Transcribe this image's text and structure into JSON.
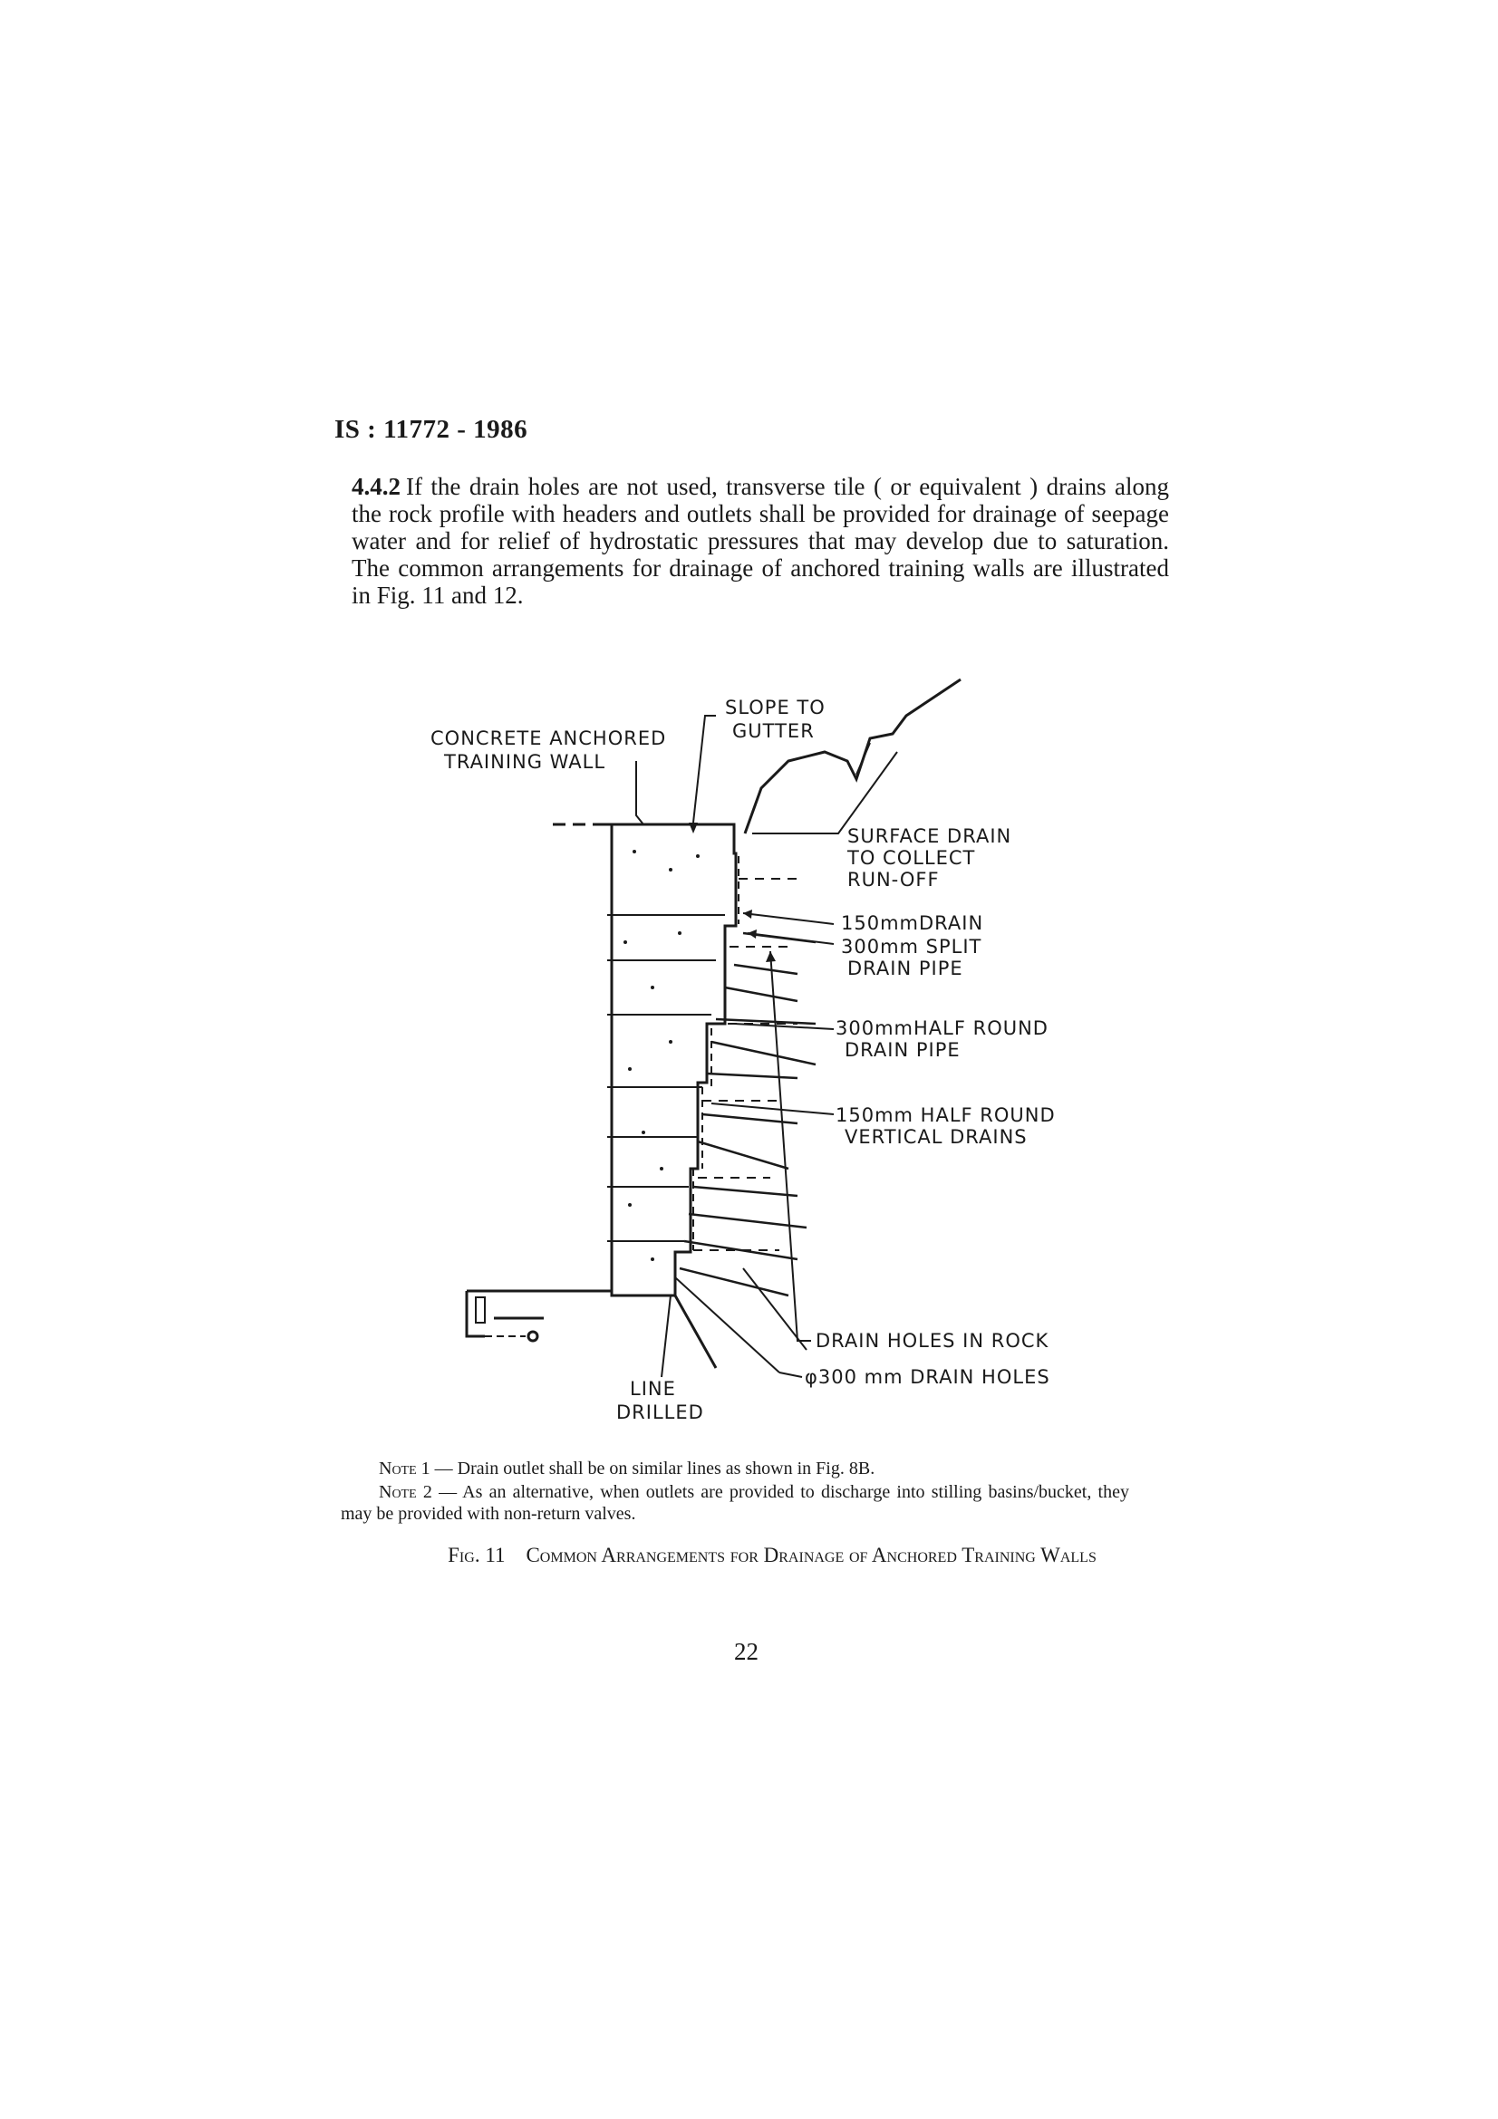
{
  "header": {
    "standard": "IS : 11772 - 1986"
  },
  "paragraph": {
    "number": "4.4.2",
    "text": "If the drain holes are not used, transverse tile ( or equivalent ) drains along the rock profile with headers and outlets shall be provided for drainage of seepage water and for relief of hydrostatic pressures that may develop due to saturation. The common arrangements for drainage of anchored training walls are illustrated in Fig. 11 and 12."
  },
  "figure": {
    "labels": {
      "wall_line1": "CONCRETE ANCHORED",
      "wall_line2": "TRAINING WALL",
      "slope_line1": "SLOPE TO",
      "slope_line2": "GUTTER",
      "surface_line1": "SURFACE DRAIN",
      "surface_line2": "TO COLLECT",
      "surface_line3": "RUN-OFF",
      "drain150": "150mmDRAIN",
      "split_line1": "300mm SPLIT",
      "split_line2": "DRAIN PIPE",
      "halfround_line1": "300mmHALF ROUND",
      "halfround_line2": "DRAIN PIPE",
      "vertical_line1": "150mm HALF ROUND",
      "vertical_line2": "VERTICAL DRAINS",
      "drain_holes_rock": "DRAIN HOLES IN ROCK",
      "drain_holes_300": "φ300 mm DRAIN HOLES",
      "line_drilled_1": "LINE",
      "line_drilled_2": "DRILLED"
    }
  },
  "notes": {
    "note1_label": "Note 1",
    "note1_text": "— Drain outlet shall be on similar lines as shown in Fig. 8B.",
    "note2_label": "Note 2",
    "note2_text": "— As an alternative, when outlets are provided to discharge into stilling basins/bucket, they may be provided with non-return valves."
  },
  "caption": {
    "fig_label": "Fig. 11",
    "title": "Common Arrangements for Drainage of Anchored Training Walls"
  },
  "page_number": "22"
}
